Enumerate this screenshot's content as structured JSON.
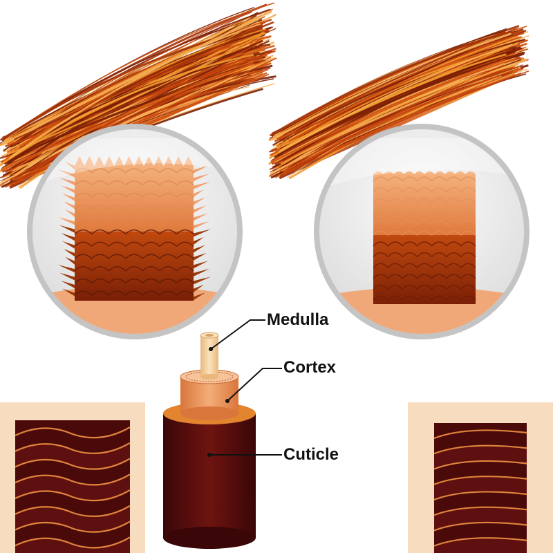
{
  "labels": {
    "medulla": "Medulla",
    "cortex": "Cortex",
    "cuticle": "Cuticle"
  },
  "colors": {
    "hair_dark": "#8a2a08",
    "hair_mid": "#d0520f",
    "hair_light": "#f39a2e",
    "cuticle_dark": "#3a0608",
    "cuticle_mid": "#6e1410",
    "cortex": "#f0a06a",
    "medulla": "#f7d7a6",
    "skin_panel": "#f7dcc0",
    "lens_ring": "#c4c4c4",
    "lens_fill": "#ececec"
  }
}
